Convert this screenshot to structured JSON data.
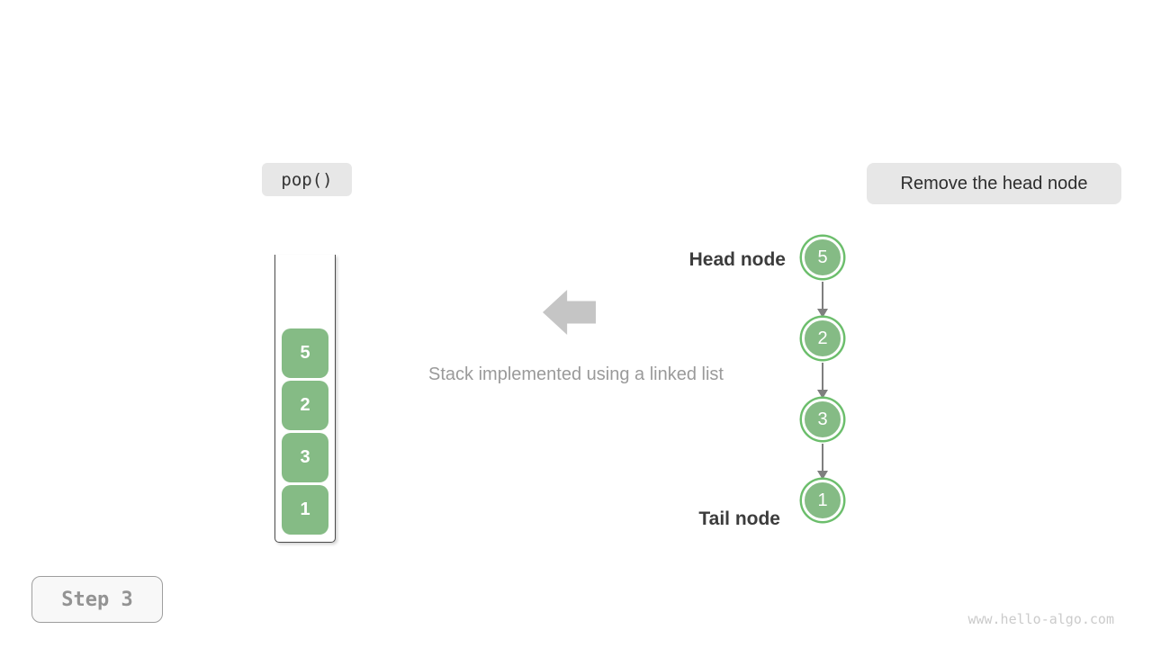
{
  "operation_label": {
    "text": "pop()"
  },
  "annotation_label": {
    "text": "Remove the head node"
  },
  "stack": {
    "blocks_top_to_bottom": [
      "5",
      "2",
      "3",
      "1"
    ]
  },
  "arrow_caption": {
    "text": "Stack implemented using a linked list"
  },
  "linked_list": {
    "head_label": "Head node",
    "tail_label": "Tail node",
    "nodes_top_to_bottom": [
      "5",
      "2",
      "3",
      "1"
    ]
  },
  "step_badge": {
    "text": "Step 3"
  },
  "watermark": {
    "text": "www.hello-algo.com"
  },
  "colors": {
    "node_green": "#85BB85",
    "node_ring_green": "#6CBE6C",
    "label_background": "#E7E7E7",
    "big_arrow_gray": "#C5C5C5",
    "connector_gray": "#7F7F7F"
  }
}
